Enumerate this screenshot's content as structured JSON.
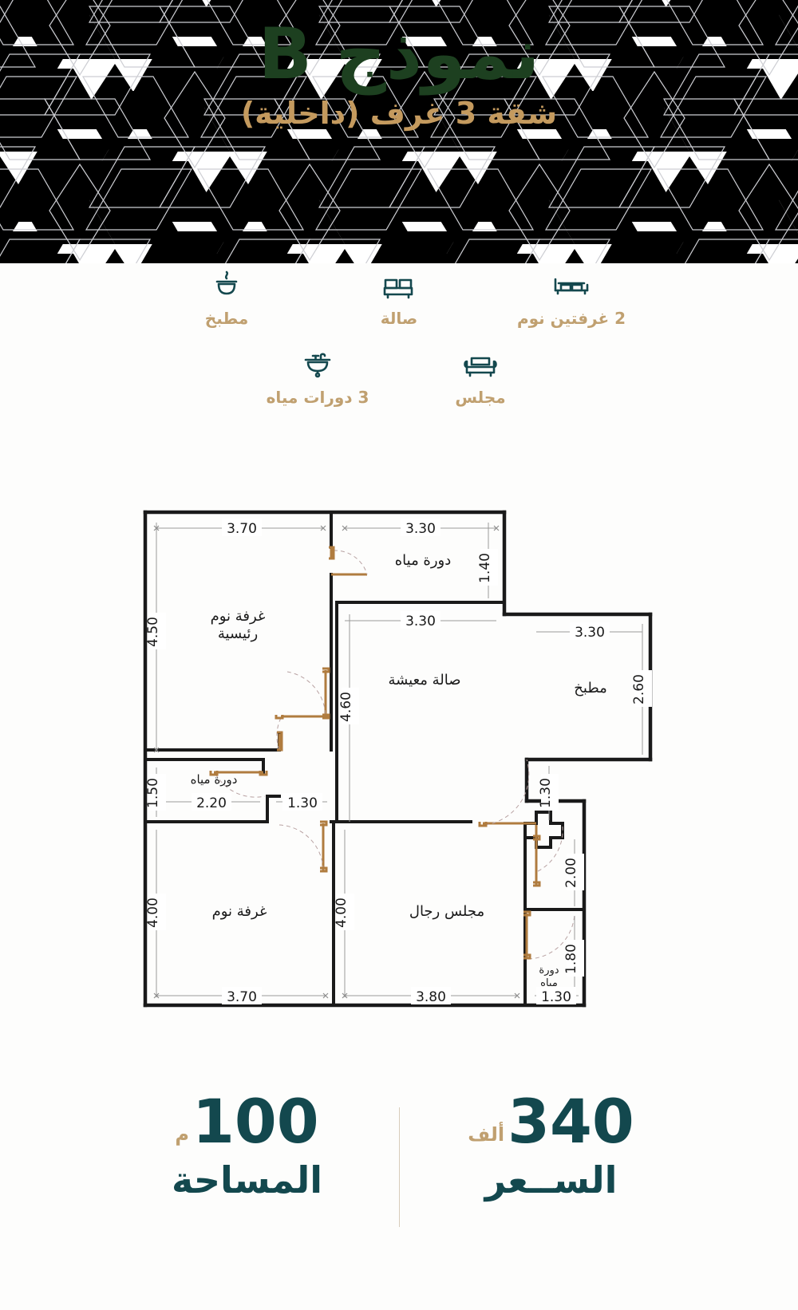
{
  "header": {
    "title": "نموذج B",
    "subtitle": "شقة 3 غرف (داخلية)",
    "title_color": "#1d4020",
    "subtitle_color": "#c49a5e"
  },
  "features": {
    "icon_color": "#14484e",
    "label_color": "#c0a070",
    "row1": [
      {
        "icon": "bed-icon",
        "label": "2 غرفتين نوم"
      },
      {
        "icon": "sofa-icon",
        "label": "صالة"
      },
      {
        "icon": "kitchen-pot-icon",
        "label": "مطبخ"
      }
    ],
    "row2": [
      {
        "icon": "armchair-icon",
        "label": "مجلس"
      },
      {
        "icon": "sink-icon",
        "label": "3 دورات مياه"
      }
    ]
  },
  "floor_plan": {
    "wall_color": "#1a1a1a",
    "door_color": "#c08848",
    "dim_color": "#9a9a9a",
    "label_color": "#1a1a1a",
    "rooms": [
      {
        "name": "غرفة نوم رئيسية",
        "width": "3.70",
        "height": "4.50"
      },
      {
        "name": "دورة مياه",
        "width": "3.30",
        "height": "1.40"
      },
      {
        "name": "صالة معيشة",
        "width": "3.30",
        "height": "4.60"
      },
      {
        "name": "مطبخ",
        "width": "3.30",
        "height": "2.60"
      },
      {
        "name": "دورة مياه",
        "width": "2.20",
        "height": "1.50"
      },
      {
        "name": "غرفة نوم",
        "width": "3.70",
        "height": "4.00"
      },
      {
        "name": "مجلس رجال",
        "width": "3.80",
        "height": "4.00"
      },
      {
        "name": "دورة مياه",
        "width": "1.30",
        "height": "1.80"
      }
    ],
    "labels": {
      "master_bedroom_l1": "غرفة نوم",
      "master_bedroom_l2": "رئيسية",
      "bath_top": "دورة مياه",
      "living": "صالة معيشة",
      "kitchen": "مطبخ",
      "bath_mid": "دورة مياه",
      "bedroom": "غرفة نوم",
      "majlis": "مجلس رجال",
      "bath_bottom_l1": "دورة",
      "bath_bottom_l2": "مياه"
    },
    "dimensions": {
      "top_left": "3.70",
      "top_right": "3.30",
      "bath_top_height": "1.40",
      "master_height": "4.50",
      "living_width": "3.30",
      "living_height": "4.60",
      "kitchen_width": "3.30",
      "kitchen_height": "2.60",
      "bath_mid_height": "1.50",
      "bath_mid_width": "2.20",
      "corridor_width": "1.30",
      "corridor_right": "1.30",
      "bath_right_height": "2.00",
      "bath_bottom_height": "1.80",
      "bedroom_height": "4.00",
      "majlis_height": "4.00",
      "bottom_left": "3.70",
      "bottom_mid": "3.80",
      "bottom_right": "1.30"
    }
  },
  "stats": {
    "value_color": "#13484e",
    "unit_color": "#c0a070",
    "items": [
      {
        "number": "100",
        "unit": "م",
        "label": "المساحة"
      },
      {
        "number": "340",
        "unit": "ألف",
        "label": "الســعر"
      }
    ]
  }
}
